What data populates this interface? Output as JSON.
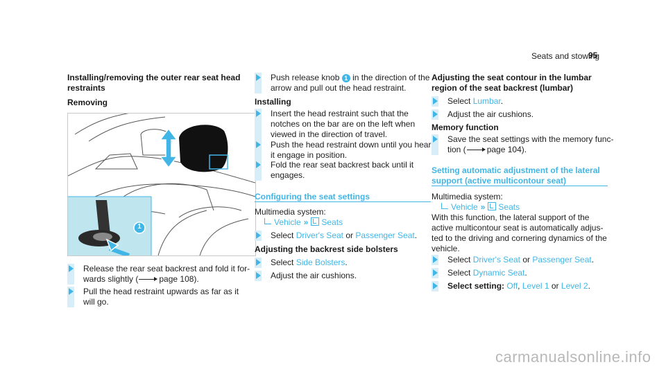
{
  "header": {
    "section_title": "Seats and stowing",
    "page_number": "95"
  },
  "col1": {
    "title": "Installing/removing the outer rear seat head restraints",
    "title_line1": "Installing/removing the outer rear seat head",
    "title_line2": "restraints",
    "subtitle": "Removing",
    "figure_callout": "1",
    "steps": [
      {
        "line1": "Release the rear seat backrest and fold it for-",
        "line2_pre": "wards slightly (",
        "ref": "page 108).",
        "line2_post": ""
      },
      {
        "line1": "Pull the head restraint upwards as far as it",
        "line2": "will go."
      }
    ]
  },
  "col2": {
    "step1": {
      "pre": "Push release knob ",
      "knob": "1",
      "post": " in the direction of the",
      "line2": "arrow and pull out the head restraint."
    },
    "installing_heading": "Installing",
    "steps": [
      {
        "line1": "Insert the head restraint such that the",
        "line2": "notches on the bar are on the left when",
        "line3": "viewed in the direction of travel."
      },
      {
        "line1": "Push the head restraint down until you hear",
        "line2": "it engage in position."
      },
      {
        "line1": "Fold the rear seat backrest back until it",
        "line2": "engages."
      }
    ],
    "section_title": "Configuring the seat settings",
    "multimedia": "Multimedia system:",
    "path_vehicle": "Vehicle",
    "path_seats": "Seats",
    "select_step": {
      "pre": "Select ",
      "opt1": "Driver's Seat",
      "mid": " or ",
      "opt2": "Passenger Seat",
      "post": "."
    },
    "bolsters_heading": "Adjusting the backrest side bolsters",
    "bolster_steps": [
      {
        "pre": "Select ",
        "opt": "Side Bolsters",
        "post": "."
      },
      {
        "text": "Adjust the air cushions."
      }
    ]
  },
  "col3": {
    "lumbar_heading_line1": "Adjusting the seat contour in the lumbar",
    "lumbar_heading_line2": "region of the seat backrest (lumbar)",
    "lumbar_steps": [
      {
        "pre": "Select ",
        "opt": "Lumbar",
        "post": "."
      },
      {
        "text": "Adjust the air cushions."
      }
    ],
    "memory_heading": "Memory function",
    "memory_step": {
      "line1": "Save the seat settings with the memory func-",
      "line2_pre": "tion (",
      "ref": "page 104)."
    },
    "section_title_line1": "Setting automatic adjustment of the lateral",
    "section_title_line2": "support (active multicontour seat)",
    "multimedia": "Multimedia system:",
    "path_vehicle": "Vehicle",
    "path_seats": "Seats",
    "para": [
      "With this function, the lateral support of the",
      "active multicontour seat is automatically adjus-",
      "ted to the driving and cornering dynamics of the",
      "vehicle."
    ],
    "steps": [
      {
        "pre": "Select ",
        "opt1": "Driver's Seat",
        "mid": " or ",
        "opt2": "Passenger Seat",
        "post": "."
      },
      {
        "pre": "Select ",
        "opt": "Dynamic Seat",
        "post": "."
      },
      {
        "label": "Select setting:",
        "opt1": "Off",
        "sep1": ", ",
        "opt2": "Level 1",
        "sep2": " or ",
        "opt3": "Level 2",
        "post": "."
      }
    ]
  },
  "watermark": "carmanualsonline.info",
  "colors": {
    "accent": "#41b6e6",
    "bar": "#d7eef9",
    "inset": "#bfe6ee"
  }
}
